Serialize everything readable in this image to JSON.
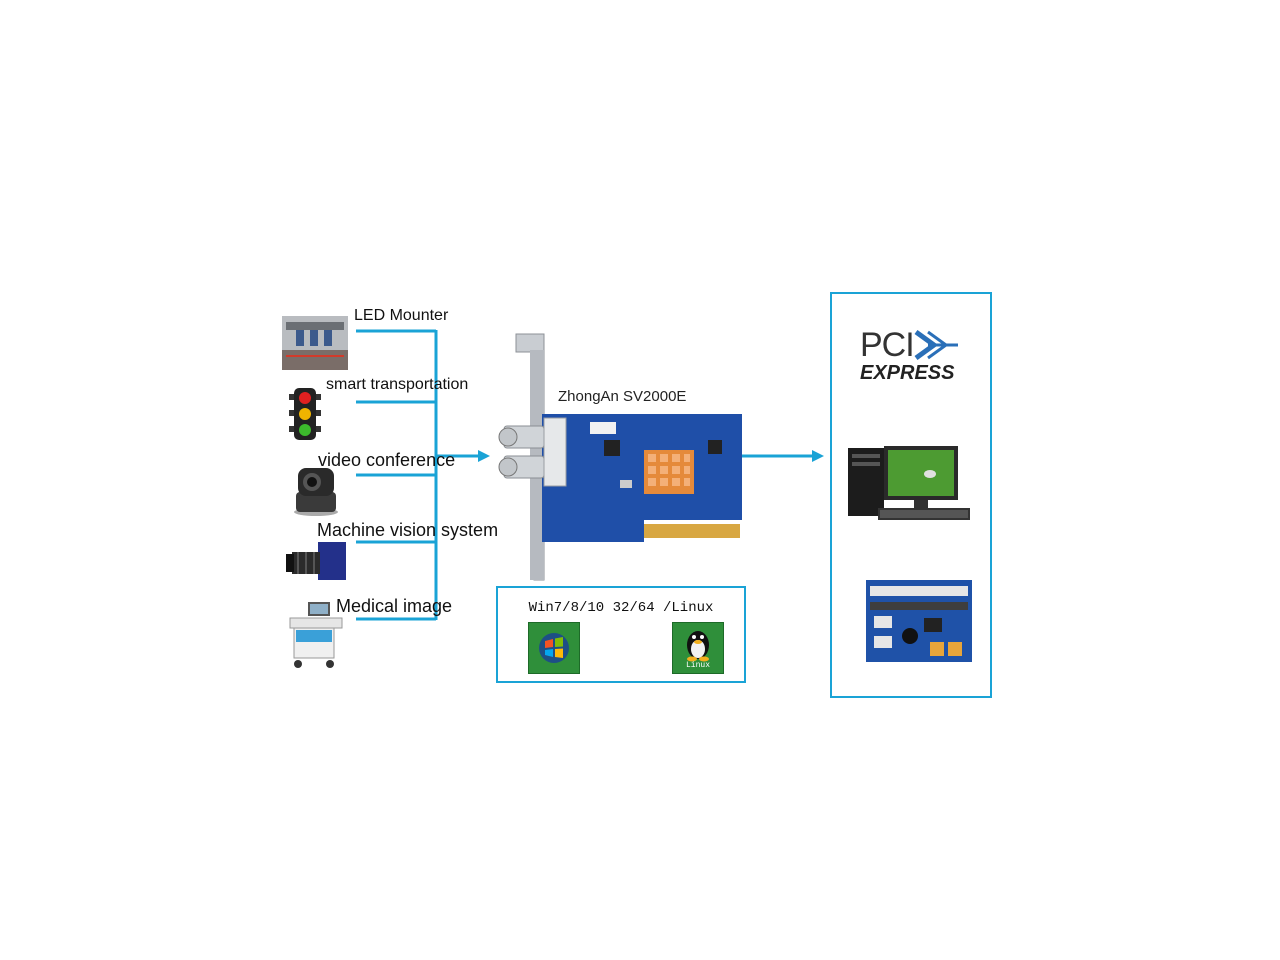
{
  "inputs": [
    {
      "label": "LED Mounter",
      "icon": "led-mounter-photo"
    },
    {
      "label": "smart transportation",
      "icon": "traffic-light-icon"
    },
    {
      "label": "video conference",
      "icon": "ptz-camera-icon"
    },
    {
      "label": "Machine vision system",
      "icon": "industrial-camera-icon"
    },
    {
      "label": "Medical image",
      "icon": "medical-cart-icon"
    }
  ],
  "card": {
    "title": "ZhongAn SV2000E"
  },
  "os": {
    "title": "Win7/8/10 32/64 /Linux",
    "linux_label": "Linux"
  },
  "pcie": {
    "line1": "PCI",
    "line2": "EXPRESS"
  },
  "colors": {
    "accent": "#1aa3d6",
    "board": "#1f4fa8",
    "heatsink": "#e58a3a",
    "os_green": "#2f8f3a"
  }
}
